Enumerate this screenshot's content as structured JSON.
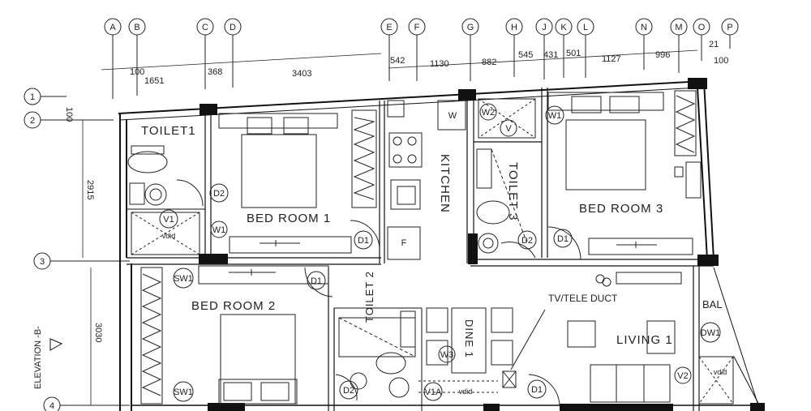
{
  "grid_markers": {
    "top": [
      "A",
      "B",
      "C",
      "D",
      "E",
      "F",
      "G",
      "H",
      "J",
      "K",
      "L",
      "N",
      "M",
      "O",
      "P"
    ],
    "left": [
      "1",
      "2",
      "3",
      "4"
    ]
  },
  "dimensions": {
    "top_row1": [
      "100",
      "368",
      "1651",
      "3403",
      "542",
      "1130",
      "882",
      "545",
      "431",
      "501",
      "1127",
      "996",
      "21",
      "100"
    ],
    "left_small": "100",
    "left_2915": "2915",
    "left_3030": "3030"
  },
  "rooms": {
    "toilet1": "TOILET1",
    "bedroom1": "BED ROOM 1",
    "bedroom2": "BED ROOM 2",
    "bedroom3": "BED ROOM 3",
    "kitchen": "KITCHEN",
    "toilet3": "TOILET 3",
    "toilet2": "TOILET 2",
    "dine": "DINE 1",
    "living": "LIVING 1",
    "tv_duct": "TV/TELE DUCT",
    "bal": "BAL",
    "elevation": "ELEVATION -B-"
  },
  "tags": {
    "d2_b1": "D2",
    "w1": "W1",
    "d1_b1": "D1",
    "d1_b2": "D1",
    "v1": "V1",
    "vdid1": "vdid",
    "sw1_top": "SW1",
    "sw1_bot": "SW1",
    "w2": "W2",
    "v_k": "V",
    "w_kitchen": "W",
    "f_kitchen": "F",
    "w1_b3": "W1",
    "d2_t3": "D2",
    "d1_t3": "D1",
    "dw1": "DW1",
    "v2": "V2",
    "vdid2": "vdid",
    "w3": "W3",
    "d2_t2": "D2",
    "v1a": "V1A",
    "vdid3": "vdid",
    "d1_entry": "D1"
  }
}
